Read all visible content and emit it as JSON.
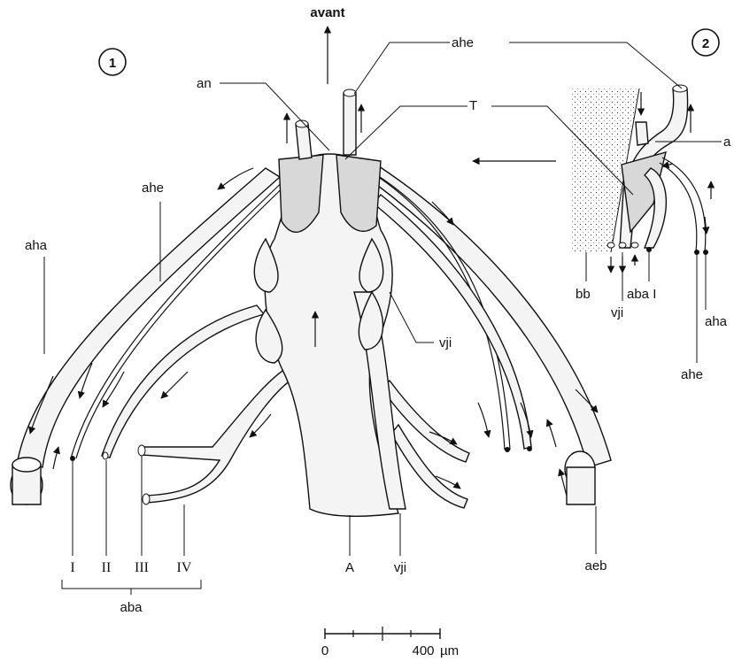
{
  "figure_numbers": {
    "fig1": "1",
    "fig2": "2"
  },
  "labels": {
    "avant": "avant",
    "an": "an",
    "ahe_top": "ahe",
    "T": "T",
    "ahe_left": "ahe",
    "aha_left": "aha",
    "vji_right": "vji",
    "A": "A",
    "vji_bottom": "vji",
    "aeb": "aeb",
    "I": "I",
    "II": "II",
    "III": "III",
    "IV": "IV",
    "aba": "aba",
    "fig2_a": "a",
    "fig2_bb": "bb",
    "fig2_vji": "vji",
    "fig2_abaI": "aba I",
    "fig2_aha": "aha",
    "fig2_ahe": "ahe"
  },
  "scale_bar": {
    "start": "0",
    "end": "400",
    "unit": "µm"
  },
  "colors": {
    "ink": "#111111",
    "shade": "#d8d8d8",
    "paper": "#ffffff"
  }
}
